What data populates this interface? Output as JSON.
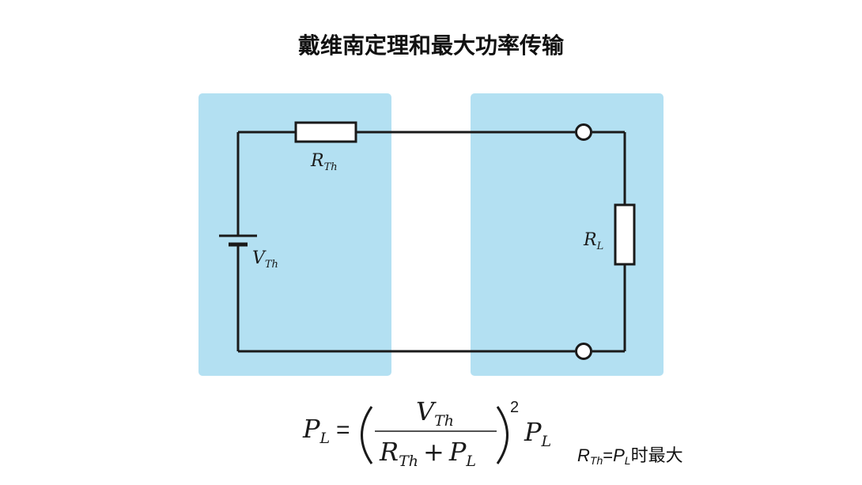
{
  "title": "戴维南定理和最大功率传输",
  "colors": {
    "panel": "#b3e0f2",
    "wire": "#1a1a1a"
  },
  "circuit": {
    "source_resistor": {
      "symbol": "R",
      "sub": "Th"
    },
    "source_voltage": {
      "symbol": "V",
      "sub": "Th"
    },
    "load_resistor": {
      "symbol": "R",
      "sub": "L"
    }
  },
  "formula": {
    "lhs_symbol": "P",
    "lhs_sub": "L",
    "equals": "=",
    "numerator_symbol": "V",
    "numerator_sub": "Th",
    "denominator_r": "R",
    "denominator_r_sub": "Th",
    "denominator_plus": "+",
    "denominator_p": "P",
    "denominator_p_sub": "L",
    "exponent": "2",
    "tail_symbol": "P",
    "tail_sub": "L"
  },
  "note": {
    "r_symbol": "R",
    "r_sub": "Th",
    "equals": "=",
    "p_symbol": "P",
    "p_sub": "L",
    "suffix": "时最大"
  }
}
